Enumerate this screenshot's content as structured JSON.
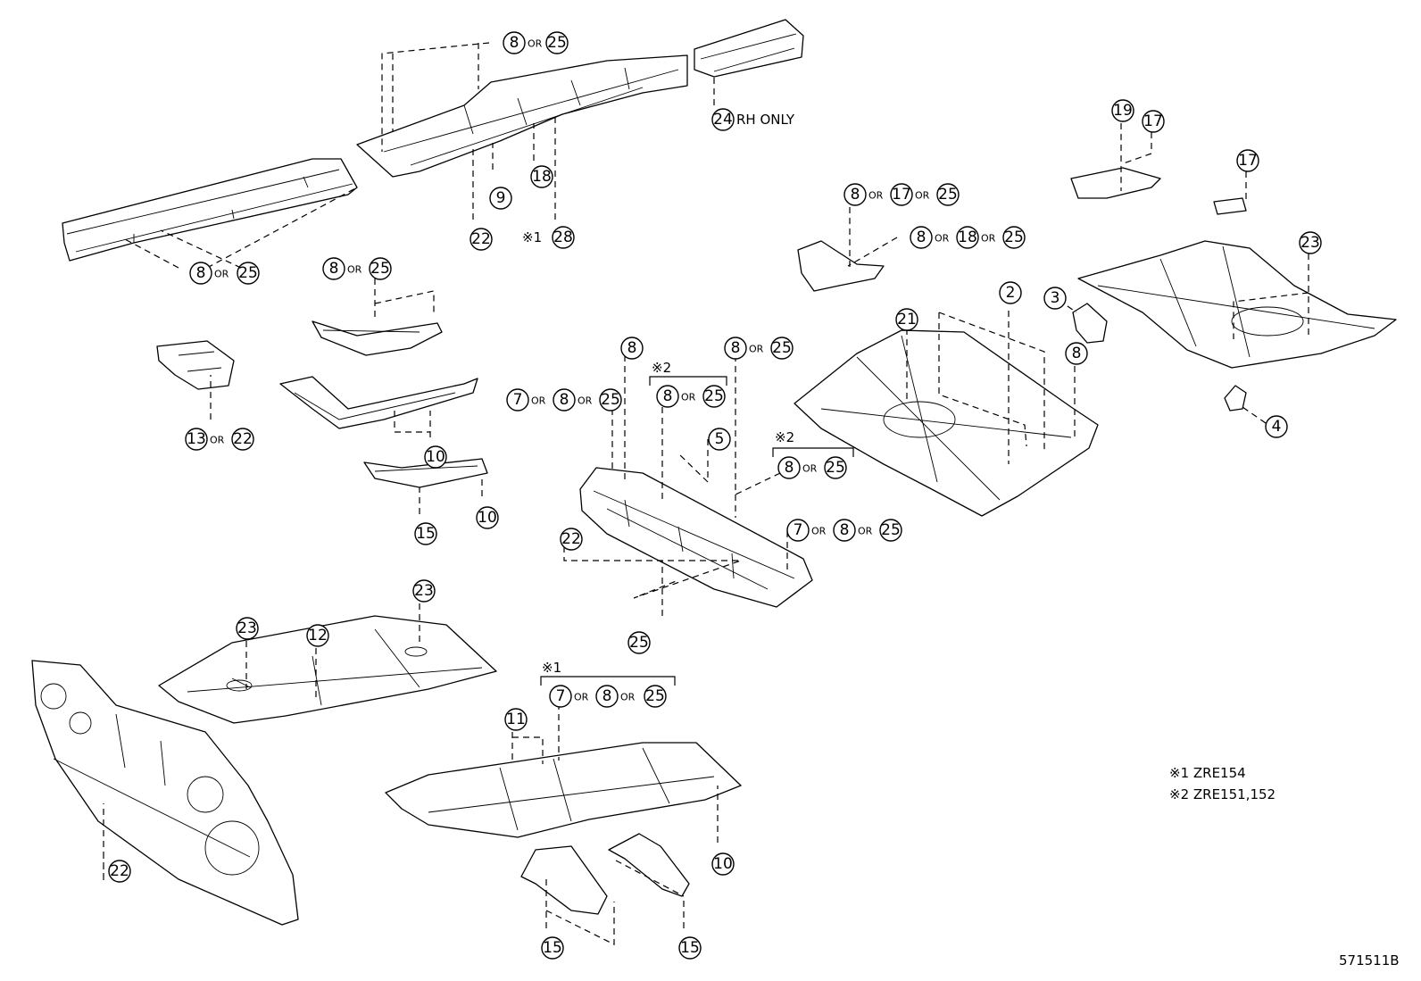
{
  "labels": {
    "or": "OR",
    "rh_only": "RH ONLY",
    "mark1": "※1",
    "mark2": "※2",
    "note1": "※1 ZRE154",
    "note2": "※2 ZRE151,152",
    "diagram_code": "571511B"
  },
  "callouts": [
    "2",
    "3",
    "4",
    "5",
    "7",
    "8",
    "9",
    "10",
    "11",
    "12",
    "13",
    "15",
    "17",
    "18",
    "19",
    "21",
    "22",
    "23",
    "24",
    "25",
    "28"
  ]
}
